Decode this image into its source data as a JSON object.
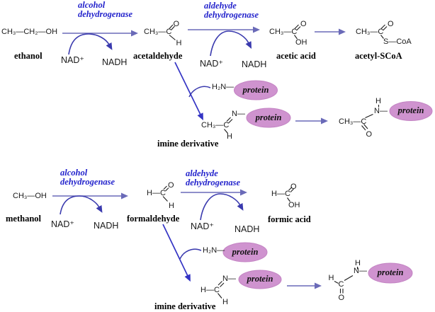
{
  "colors": {
    "enzyme_text": "#2323cc",
    "main_arrow": "#6a6ab8",
    "cofactor_arrow": "#3a3aae",
    "branch_arrow": "#3434c4",
    "protein_ellipse_fill": "#cf93cf",
    "protein_ellipse_stroke": "#c383c3"
  },
  "top_pathway": {
    "substrate": {
      "formula": "CH₃—CH₂—OH",
      "name": "ethanol"
    },
    "enzyme_1": {
      "line1": "alcohol",
      "line2": "dehydrogenase"
    },
    "cofactor_1": {
      "substrate": "NAD⁺",
      "product": "NADH"
    },
    "aldehyde": {
      "backbone": "CH₃—C",
      "oxygen": "O",
      "hydrogen": "H",
      "name": "acetaldehyde"
    },
    "enzyme_2": {
      "line1": "aldehyde",
      "line2": "dehydrogenase"
    },
    "cofactor_2": {
      "substrate": "NAD⁺",
      "product": "NADH"
    },
    "acid": {
      "backbone": "CH₃—C",
      "oxygen": "O",
      "hydroxyl": "OH",
      "name": "acetic acid"
    },
    "thioester": {
      "backbone": "CH₃—C",
      "oxygen": "O",
      "thiol_group": "S—CoA",
      "name": "acetyl-SCoA"
    },
    "amine_reactant": {
      "group": "H₂N—",
      "protein": "protein"
    },
    "imine": {
      "backbone": "CH₃—C",
      "nitrogen": "N—",
      "hydrogen": "H",
      "protein": "protein",
      "name": "imine derivative"
    },
    "amide": {
      "backbone": "CH₃—C",
      "nitrogen": "N—",
      "n_hydrogen": "H",
      "oxygen": "O",
      "protein": "protein"
    }
  },
  "bottom_pathway": {
    "substrate": {
      "formula": "CH₃—OH",
      "name": "methanol"
    },
    "enzyme_1": {
      "line1": "alcohol",
      "line2": "dehydrogenase"
    },
    "cofactor_1": {
      "substrate": "NAD⁺",
      "product": "NADH"
    },
    "aldehyde": {
      "backbone": "H—C",
      "oxygen": "O",
      "hydrogen": "H",
      "name": "formaldehyde"
    },
    "enzyme_2": {
      "line1": "aldehyde",
      "line2": "dehydrogenase"
    },
    "cofactor_2": {
      "substrate": "NAD⁺",
      "product": "NADH"
    },
    "acid": {
      "backbone": "H—C",
      "oxygen": "O",
      "hydroxyl": "OH",
      "name": "formic acid"
    },
    "amine_reactant": {
      "group": "H₂N—",
      "protein": "protein"
    },
    "imine": {
      "backbone": "H—C",
      "nitrogen": "N—",
      "hydrogen": "H",
      "protein": "protein",
      "name": "imine derivative"
    },
    "amide": {
      "c_hydrogen": "H",
      "carbon": "C",
      "nitrogen": "N—",
      "n_hydrogen": "H",
      "oxygen": "O",
      "protein": "protein"
    }
  }
}
